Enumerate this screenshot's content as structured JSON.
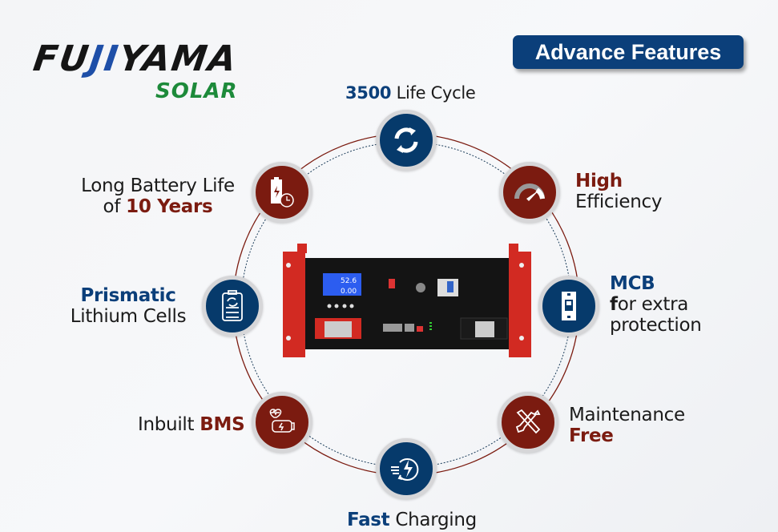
{
  "brand": {
    "name_part1": "FU",
    "name_part2": "JI",
    "name_part3": "YAMA",
    "sub": "SOLAR"
  },
  "badge": "Advance Features",
  "colors": {
    "navy": "#063a6b",
    "maroon": "#7b1b10",
    "ring": "#7b1b10"
  },
  "features": {
    "life_cycle": {
      "strong": "3500",
      "text": " Life Cycle",
      "icon": "cycle-arrows-icon"
    },
    "efficiency": {
      "strong": "High",
      "text": "Efficiency",
      "icon": "gauge-icon"
    },
    "mcb": {
      "strong": "MCB",
      "line2_strong": "f",
      "line2": "or extra",
      "line3": "protection",
      "icon": "circuit-breaker-icon"
    },
    "maintenance": {
      "line1": "Maintenance",
      "strong": "Free",
      "icon": "tools-icon"
    },
    "fast_charging": {
      "strong": "Fast",
      "text": " Charging",
      "icon": "fast-charge-icon"
    },
    "bms": {
      "text": "Inbuilt ",
      "strong": "BMS",
      "icon": "battery-health-icon"
    },
    "prismatic": {
      "strong": "Prismatic",
      "text": "Lithium Cells",
      "icon": "cell-icon"
    },
    "battery_life": {
      "line1": "Long Battery Life",
      "pre": "of ",
      "strong": "10 Years",
      "icon": "battery-clock-icon"
    }
  },
  "product": {
    "lcd_voltage": "52.6",
    "lcd_current": "0.00"
  }
}
